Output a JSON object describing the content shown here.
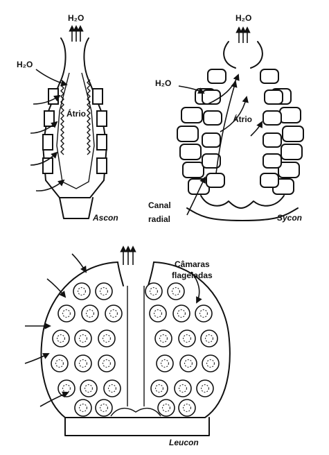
{
  "diagram": {
    "ascon": {
      "water_label": "H₂O",
      "water_in_label": "H₂O",
      "atrium_label": "Átrio",
      "name": "Ascon"
    },
    "sycon": {
      "water_label": "H₂O",
      "water_in_label": "H₂O",
      "atrium_label": "Átrio",
      "canal_label_line1": "Canal",
      "canal_label_line2": "radial",
      "name": "Sycon"
    },
    "leucon": {
      "chamber_label_line1": "Câmaras",
      "chamber_label_line2": "flageladas",
      "name": "Leucon"
    }
  },
  "colors": {
    "ink": "#111111",
    "paper": "#ffffff"
  }
}
